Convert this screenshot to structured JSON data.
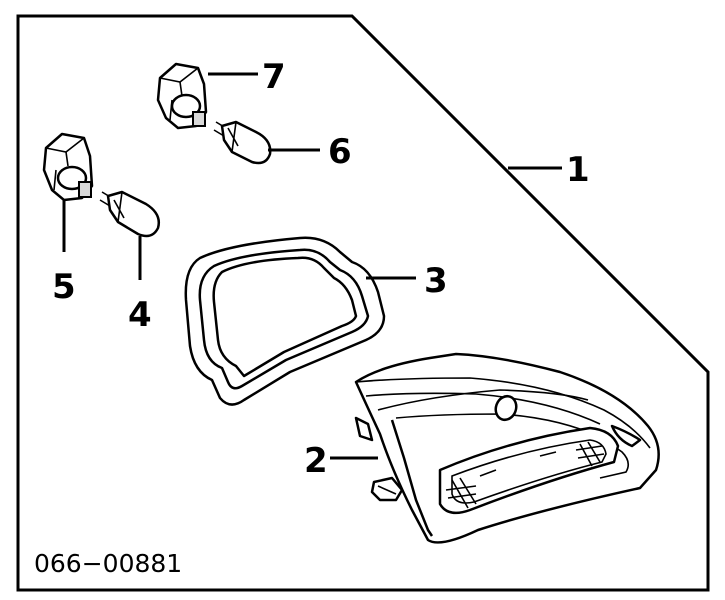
{
  "diagram": {
    "part_code": "066−00881",
    "callouts": [
      {
        "id": "1",
        "label": "1",
        "part": "rear-combination-lamp-assembly"
      },
      {
        "id": "2",
        "label": "2",
        "part": "lamp-housing"
      },
      {
        "id": "3",
        "label": "3",
        "part": "lamp-gasket"
      },
      {
        "id": "4",
        "label": "4",
        "part": "bulb"
      },
      {
        "id": "5",
        "label": "5",
        "part": "bulb-socket"
      },
      {
        "id": "6",
        "label": "6",
        "part": "bulb"
      },
      {
        "id": "7",
        "label": "7",
        "part": "bulb-socket"
      }
    ]
  }
}
